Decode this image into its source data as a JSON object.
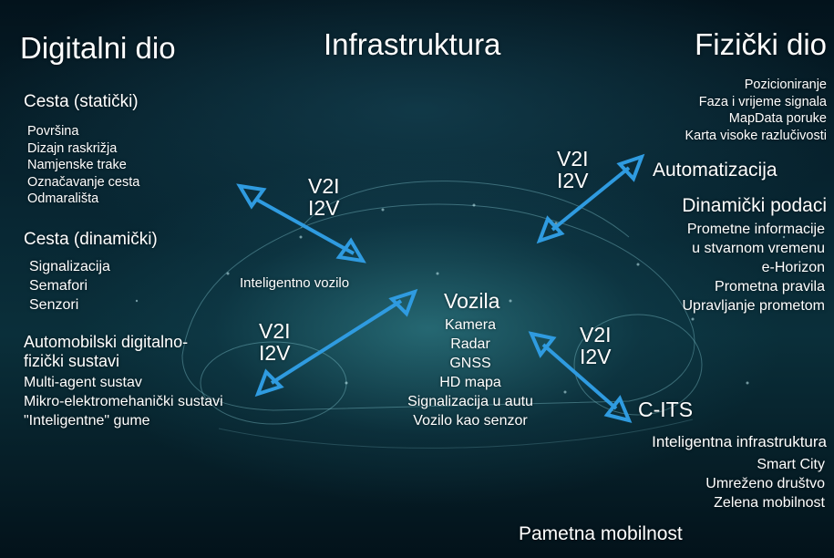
{
  "headers": {
    "left": "Digitalni dio",
    "center": "Infrastruktura",
    "right": "Fizički dio"
  },
  "top_right_list": [
    "Pozicioniranje",
    "Faza i vrijeme signala",
    "MapData poruke",
    "Karta visoke razlučivosti"
  ],
  "automatizacija": "Automatizacija",
  "dinamicki_podaci": {
    "title": "Dinamički podaci",
    "items": [
      "Prometne informacije",
      "u stvarnom vremenu",
      "e-Horizon",
      "Prometna pravila",
      "Upravljanje prometom"
    ]
  },
  "cesta_staticki": {
    "title": "Cesta (statički)",
    "items": [
      "Površina",
      "Dizajn raskrižja",
      "Namjenske trake",
      "Označavanje cesta",
      "Odmarališta"
    ]
  },
  "cesta_dinamicki": {
    "title": "Cesta (dinamički)",
    "items": [
      "Signalizacija",
      "Semafori",
      "Senzori"
    ]
  },
  "automobilski": {
    "title_line1": "Automobilski digitalno-",
    "title_line2": "fizički sustavi",
    "items": [
      "Multi-agent sustav",
      "Mikro-elektromehanički sustavi",
      "\"Inteligentne\" gume"
    ]
  },
  "inteligentno_vozilo": "Inteligentno vozilo",
  "vozila": {
    "title": "Vozila",
    "items": [
      "Kamera",
      "Radar",
      "GNSS",
      "HD mapa",
      "Signalizacija u autu",
      "Vozilo kao senzor"
    ]
  },
  "cits": {
    "title": "C-ITS",
    "subtitle": "Inteligentna infrastruktura",
    "items": [
      "Smart City",
      "Umreženo društvo",
      "Zelena mobilnost"
    ]
  },
  "bottom": "Pametna mobilnost",
  "v2i_labels": {
    "a": {
      "l1": "V2I",
      "l2": "I2V"
    },
    "b": {
      "l1": "V2I",
      "l2": "I2V"
    },
    "c": {
      "l1": "V2I",
      "l2": "I2V"
    },
    "d": {
      "l1": "V2I",
      "l2": "I2V"
    }
  },
  "colors": {
    "arrow": "#2f9be0",
    "text": "#ffffff",
    "background": "#061c26"
  }
}
